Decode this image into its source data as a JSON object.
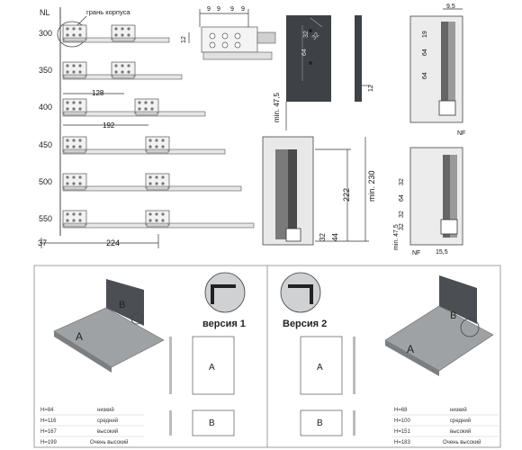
{
  "top": {
    "nl_header": "NL",
    "edge_label": "грань корпуса",
    "rows": [
      "300",
      "350",
      "400",
      "450",
      "500",
      "550"
    ],
    "dims": {
      "d128": "128",
      "d192": "192",
      "d37": "37",
      "d224": "224"
    }
  },
  "bracket": {
    "d9a": "9",
    "d9b": "9",
    "d9c": "9",
    "d9d": "9",
    "d12": "12"
  },
  "front_panel": {
    "d32": "32",
    "d64a": "64",
    "d32b": "32",
    "min475": "min. 47,5",
    "d12": "12"
  },
  "side_top": {
    "d95": "9,5",
    "d19": "19",
    "d64a": "64",
    "d64b": "64"
  },
  "side_section": {
    "d222": "222",
    "min230": "min. 230",
    "d32": "32",
    "d44": "44"
  },
  "side_right": {
    "nf1": "NF",
    "d32a": "32",
    "d64": "64",
    "d32b": "32",
    "d32c": "32",
    "min475": "min. 47,5",
    "nf2": "NF",
    "d155": "15,5"
  },
  "v1": {
    "title": "версия 1",
    "label_A": "A",
    "label_B": "B",
    "panel_A": "A",
    "panel_B": "B",
    "table": [
      {
        "h": "H=84",
        "name": "низкий"
      },
      {
        "h": "H=116",
        "name": "средний"
      },
      {
        "h": "H=167",
        "name": "высокий"
      },
      {
        "h": "H=199",
        "name": "Очень высокий"
      }
    ]
  },
  "v2": {
    "title": "Версия 2",
    "label_A": "A",
    "label_B": "B",
    "panel_A": "A",
    "panel_B": "B",
    "table": [
      {
        "h": "H=68",
        "name": "низкий"
      },
      {
        "h": "H=100",
        "name": "средний"
      },
      {
        "h": "H=151",
        "name": "высокий"
      },
      {
        "h": "H=183",
        "name": "Очень высокий"
      }
    ]
  }
}
